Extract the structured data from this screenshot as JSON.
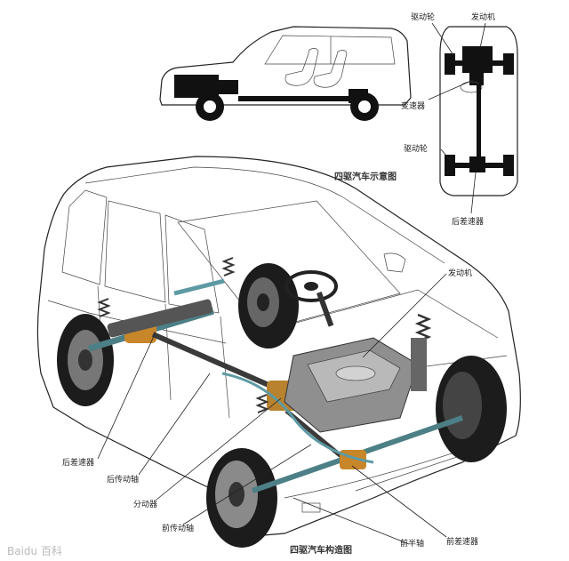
{
  "top_view": {
    "labels": {
      "drive_wheel_top": "驱动轮",
      "engine": "发动机",
      "gearbox": "变速器",
      "drive_wheel_bottom": "驱动轮",
      "rear_diff": "后差速器"
    },
    "caption": "四驱汽车示意图"
  },
  "main_view": {
    "labels": {
      "engine": "发动机",
      "rear_diff": "后差速器",
      "rear_shaft": "后传动轴",
      "transfer_case": "分动器",
      "front_shaft": "前传动轴",
      "front_axle": "前半轴",
      "front_diff": "前差速器"
    },
    "caption": "四驱汽车构造图"
  },
  "watermark": "Baidu 百科"
}
